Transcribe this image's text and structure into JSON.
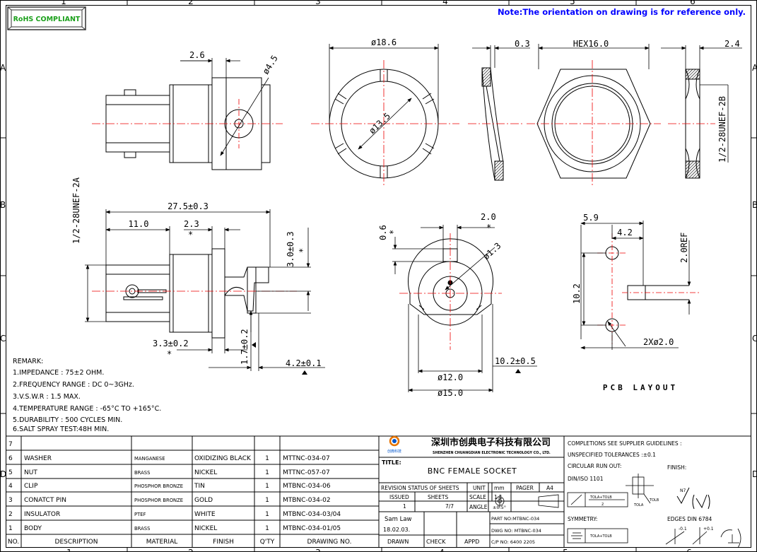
{
  "frame": {
    "col_labels": [
      "1",
      "2",
      "3",
      "4",
      "5",
      "6"
    ],
    "row_labels": [
      "A",
      "B",
      "C",
      "D"
    ]
  },
  "header": {
    "rohs": "RoHS COMPLIANT",
    "note": "Note:The orientation on drawing is for reference only."
  },
  "dims": {
    "d_2_6": "2.6",
    "d_phi4_5": "ø4.5",
    "d_phi18_6": "ø18.6",
    "d_phi13_5": "ø13.5",
    "d_0_3": "0.3",
    "d_hex16": "HEX16.0",
    "d_2_4": "2.4",
    "thread_nut": "1/2-28UNEF-2B",
    "thread_body": "1/2-28UNEF-2A",
    "d_27_5": "27.5±0.3",
    "d_11_0": "11.0",
    "d_2_3": "2.3",
    "d_3_0": "3.0±0.3",
    "d_3_3": "3.3±0.2",
    "d_1_7": "1.7±0.2",
    "d_4_2b": "4.2±0.1",
    "d_0_6": "0.6",
    "d_2_0": "2.0",
    "d_phi1_3": "ø1.3",
    "d_phi12": "ø12.0",
    "d_phi15": "ø15.0",
    "d_10_2b": "10.2±0.5",
    "d_5_9": "5.9",
    "d_4_2": "4.2",
    "d_2_0ref": "2.0REF",
    "d_10_2": "10.2",
    "d_2xphi2": "2Xø2.0",
    "star": "*",
    "pcb": "PCB  LAYOUT"
  },
  "remarks": {
    "title": "REMARK:",
    "lines": [
      "1.IMPEDANCE : 75±2 OHM.",
      "2.FREQUENCY RANGE : DC 0~3GHz.",
      "3.V.S.W.R : 1.5 MAX.",
      "4.TEMPERATURE RANGE : -65°C TO +165°C.",
      "5.DURABILITY : 500 CYCLES MIN.",
      "6.SALT SPRAY TEST:48H MIN."
    ]
  },
  "bom": {
    "headers": [
      "NO.",
      "DESCRIPTION",
      "MATERIAL",
      "FINISH",
      "Q'TY",
      "DRAWING NO."
    ],
    "rows": [
      {
        "no": "7",
        "desc": "",
        "mat": "",
        "fin": "",
        "qty": "",
        "dwg": ""
      },
      {
        "no": "6",
        "desc": "WASHER",
        "mat": "MANGANESE",
        "fin": "OXIDIZING BLACK",
        "qty": "1",
        "dwg": "MTTNC-034-07"
      },
      {
        "no": "5",
        "desc": "NUT",
        "mat": "BRASS",
        "fin": "NICKEL",
        "qty": "1",
        "dwg": "MTTNC-057-07"
      },
      {
        "no": "4",
        "desc": "CLIP",
        "mat": "PHOSPHOR BRONZE",
        "fin": "TIN",
        "qty": "1",
        "dwg": "MTBNC-034-06"
      },
      {
        "no": "3",
        "desc": "CONATCT PIN",
        "mat": "PHOSPHOR BRONZE",
        "fin": "GOLD",
        "qty": "1",
        "dwg": "MTBNC-034-02"
      },
      {
        "no": "2",
        "desc": "INSULATOR",
        "mat": "PTEF",
        "fin": "WHITE",
        "qty": "1",
        "dwg": "MTBNC-034-03/04"
      },
      {
        "no": "1",
        "desc": "BODY",
        "mat": "BRASS",
        "fin": "NICKEL",
        "qty": "1",
        "dwg": "MTBNC-034-01/05"
      }
    ]
  },
  "title_block": {
    "company_cn": "深圳市创典电子科技有限公司",
    "company_en": "SHENZHEN CHUANGDIAN ELECTRONIC TECHNOLOGY CO., LTD.",
    "logo_text": "创典科技",
    "title_label": "TITLE:",
    "title": "BNC FEMALE SOCKET",
    "rev_status": "REVISION STATUS OF SHEETS",
    "unit_label": "UNIT",
    "unit": "mm",
    "pager_label": "PAGER",
    "pager": "A4",
    "issued_label": "ISSUED",
    "sheets_label": "SHEETS",
    "scale_label": "SCALE",
    "scale": "1:1",
    "issued": "1",
    "sheets": "7/7",
    "angle_label": "ANGLE",
    "angle": "±0.5°",
    "drawn_by": "Sam Law",
    "drawn_date": "18.02.03.",
    "part_no": "PART NO:MTBNC-034",
    "dwg_no": "DWG NO: MTBNC-034",
    "cp_no": "C/P NO: 6400 2205",
    "drawn": "DRAWN",
    "check": "CHECK",
    "appd": "APPD"
  },
  "tolerances": {
    "l1": "COMPLETIONS SEE SUPPLIER GUIDELINES :",
    "l2": "UNSPECIFIED TOLERANCES :±0.1",
    "l3": "CIRCULAR RUN OUT:",
    "finish": "FINISH:",
    "l4": "DIN/ISO 1101",
    "tol_a_b": "TOLA+TOLB",
    "half": "2",
    "tol_a": "TOLA",
    "tol_b": "TOLB",
    "symmetry": "SYMMETRY:",
    "edges": "EDGES DIN 6784",
    "n7": "N7",
    "minus": "-0.1",
    "plus": "+0.1"
  }
}
